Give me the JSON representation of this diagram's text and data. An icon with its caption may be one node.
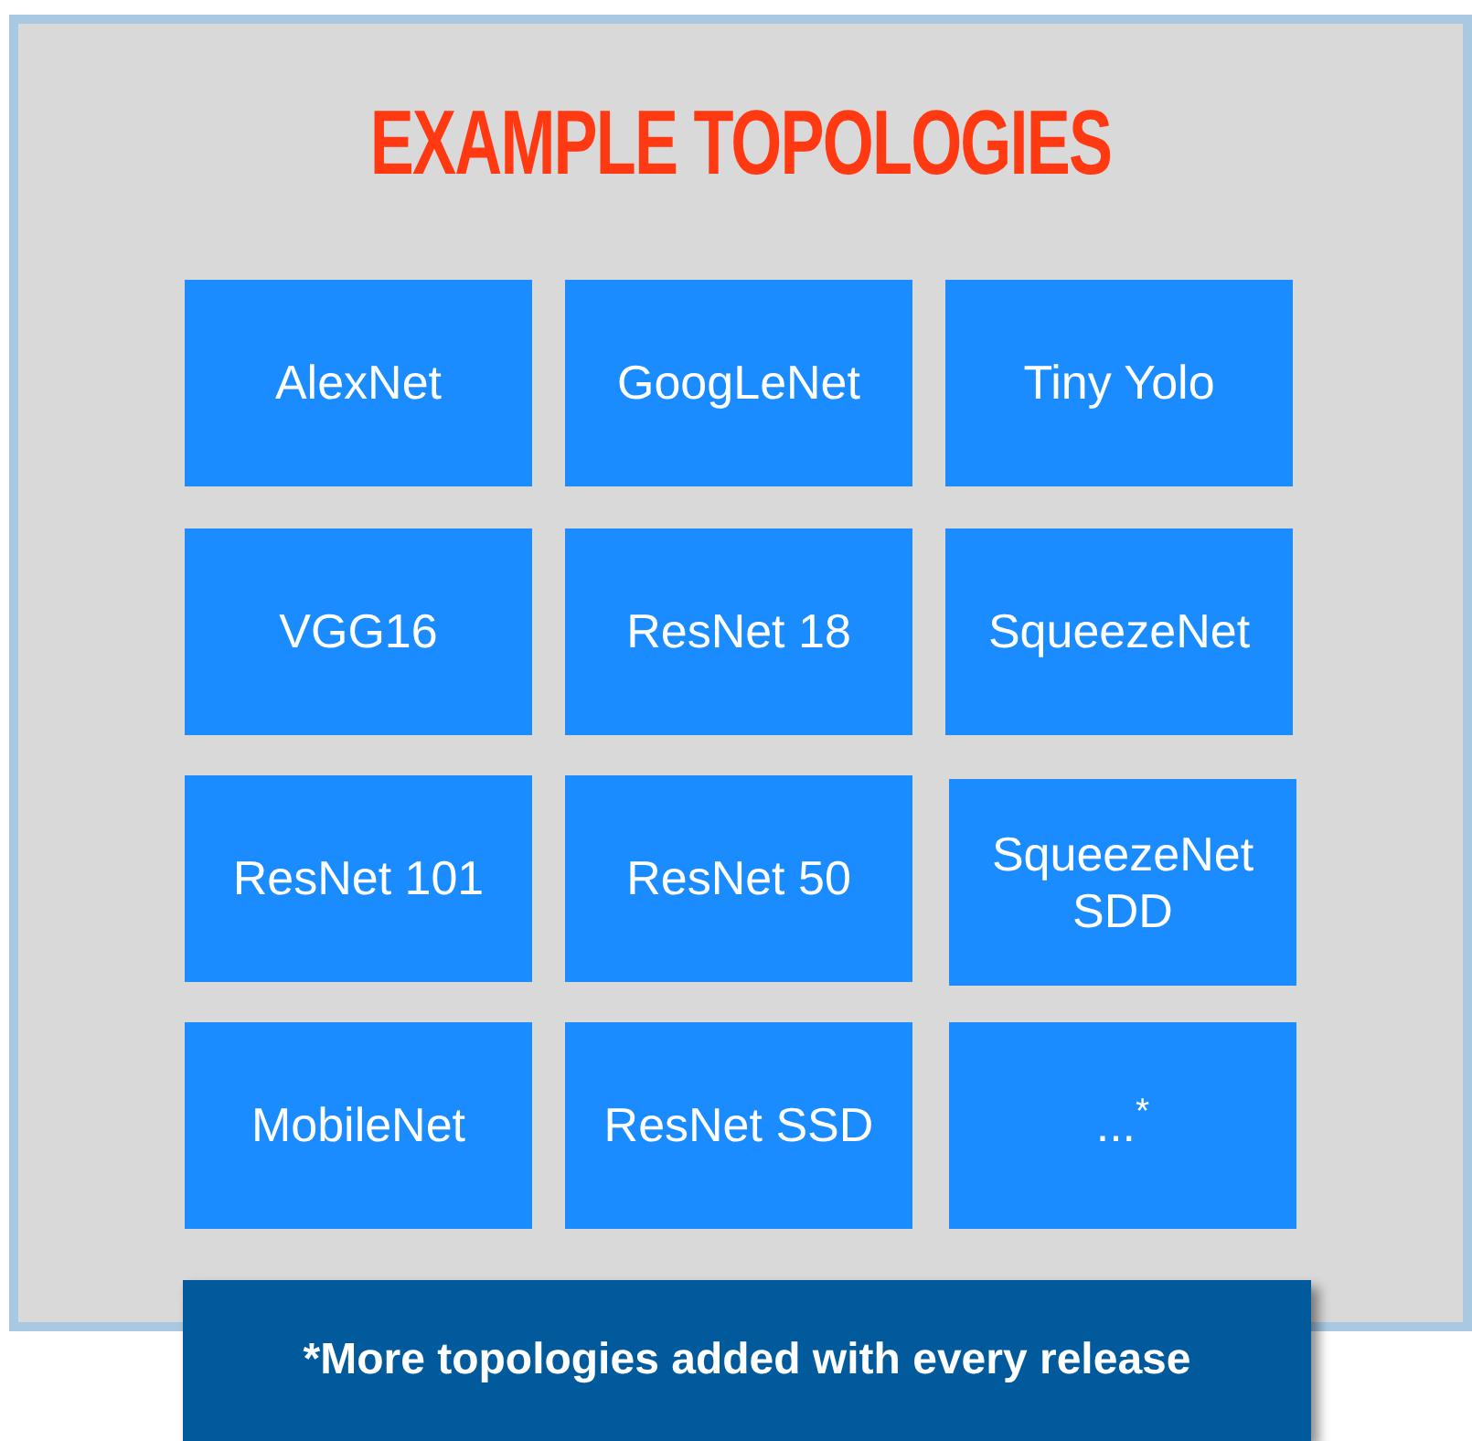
{
  "diagram": {
    "title": "EXAMPLE TOPOLOGIES",
    "nodes": [
      {
        "text": [],
        "shape": "box"
      },
      {
        "text": [
          "AlexNet"
        ],
        "in": 0
      },
      {
        "text": [
          "GoogLeNet"
        ],
        "in": 0
      },
      {
        "text": [
          "Tiny Yolo"
        ],
        "in": 0
      },
      {
        "text": [
          "VGG16"
        ],
        "in": 0
      },
      {
        "text": [
          "ResNet 18"
        ],
        "in": 0
      },
      {
        "text": [
          "SqueezeNet"
        ],
        "in": 0
      },
      {
        "text": [
          "ResNet 101"
        ],
        "in": 0
      },
      {
        "text": [
          "ResNet 50"
        ],
        "in": 0
      },
      {
        "text": [
          "SqueezeNet SDD"
        ],
        "in": 0
      },
      {
        "text": [
          "MobileNet"
        ],
        "in": 0
      },
      {
        "text": [
          "ResNet SSD"
        ],
        "in": 0
      },
      {
        "text": [
          "...$^{*}$"
        ],
        "in": 0
      },
      {
        "text": [
          "*More topologies added with every release"
        ]
      }
    ]
  }
}
